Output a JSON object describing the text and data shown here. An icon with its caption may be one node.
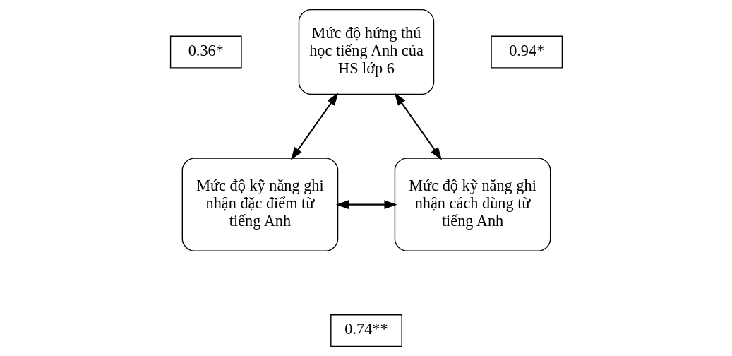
{
  "diagram": {
    "nodes": [
      {
        "text": [
          "Mức độ hứng thú học tiếng Anh của HS lớp 6"
        ]
      },
      {
        "text": [
          "Mức độ kỹ năng ghi nhận đặc điểm từ tiếng Anh"
        ]
      },
      {
        "text": [
          "Mức độ kỹ năng ghi nhận cách dùng từ tiếng Anh"
        ]
      },
      {
        "text": [
          "0.36*"
        ]
      },
      {
        "text": [
          "0.94*"
        ]
      },
      {
        "text": [
          "0.74**"
        ]
      }
    ],
    "edges": [
      {
        "from": 0,
        "to": 1,
        "arrow": "both"
      },
      {
        "from": 0,
        "to": 2,
        "arrow": "both"
      },
      {
        "from": 1,
        "to": 2,
        "arrow": "both"
      }
    ]
  }
}
